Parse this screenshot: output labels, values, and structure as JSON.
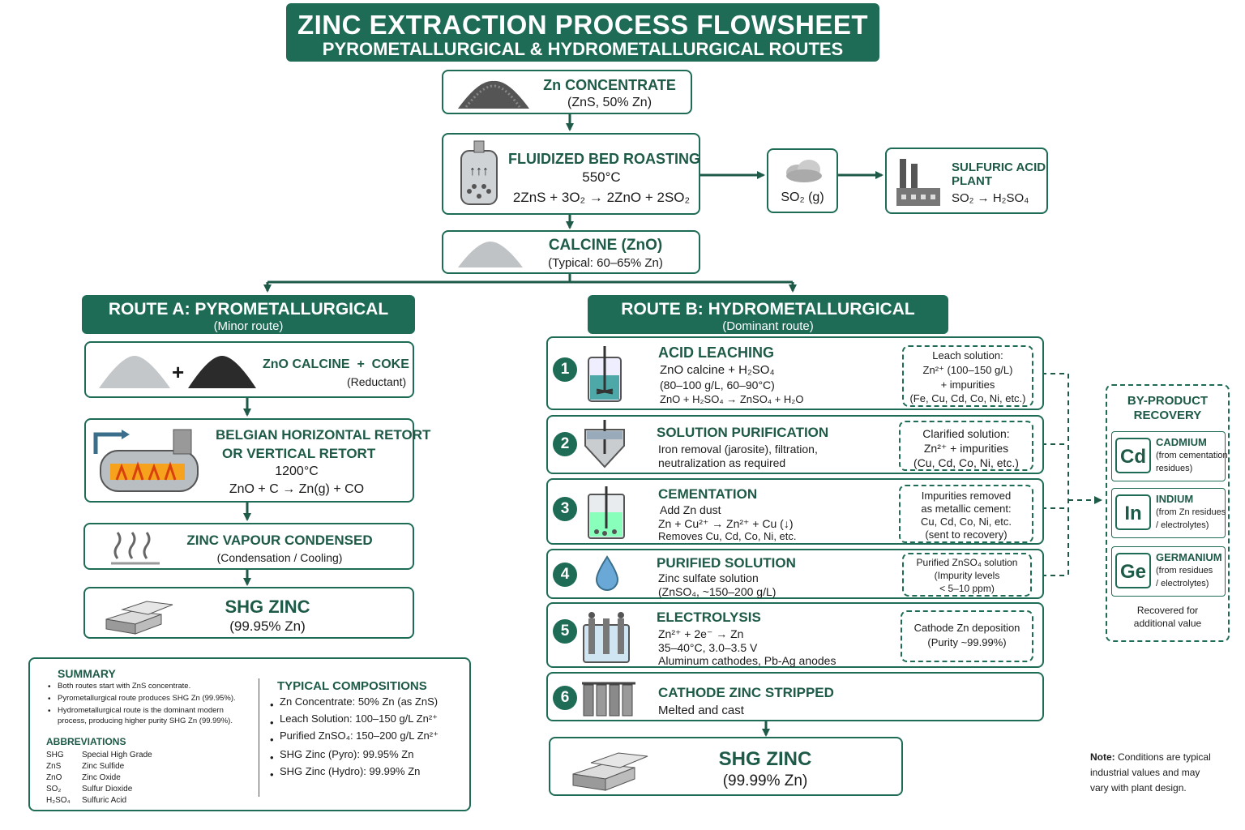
{
  "title": {
    "main": "ZINC EXTRACTION PROCESS FLOWSHEET",
    "sub": "PYROMETALLURGICAL & HYDROMETALLURGICAL ROUTES"
  },
  "concentrate": {
    "title": "Zn CONCENTRATE",
    "desc": "(ZnS, 50% Zn)"
  },
  "roasting": {
    "title": "FLUIDIZED BED ROASTING",
    "temp": "550°C",
    "reaction": "2ZnS + 3O₂ → 2ZnO + 2SO₂"
  },
  "so2": {
    "label": "SO₂ (g)"
  },
  "acid_plant": {
    "title_line1": "SULFURIC ACID",
    "title_line2": "PLANT",
    "reaction": "SO₂ → H₂SO₄"
  },
  "calcine": {
    "title": "CALCINE (ZnO)",
    "desc": "(Typical: 60–65% Zn)"
  },
  "route_a": {
    "title": "ROUTE A: PYROMETALLURGICAL",
    "subtitle": "(Minor route)",
    "feed": {
      "text": "ZnO CALCINE  +  COKE",
      "sub": "(Reductant)",
      "plus": "+"
    },
    "retort": {
      "line1": "BELGIAN HORIZONTAL RETORT",
      "line2": "OR VERTICAL RETORT",
      "temp": "1200°C",
      "reaction": "ZnO + C → Zn(g) + CO"
    },
    "condense": {
      "title": "ZINC VAPOUR CONDENSED",
      "desc": "(Condensation / Cooling)"
    },
    "product": {
      "title": "SHG ZINC",
      "desc": "(99.95% Zn)"
    }
  },
  "route_b": {
    "title": "ROUTE B: HYDROMETALLURGICAL",
    "subtitle": "(Dominant route)",
    "steps": [
      {
        "num": "1",
        "title": "ACID LEACHING",
        "lines": [
          "ZnO calcine + H₂SO₄",
          "(80–100 g/L, 60–90°C)",
          "ZnO + H₂SO₄ → ZnSO₄ + H₂O"
        ],
        "out": [
          "Leach solution:",
          "Zn²⁺ (100–150 g/L)",
          "+ impurities",
          "(Fe, Cu, Cd, Co, Ni, etc.)"
        ]
      },
      {
        "num": "2",
        "title": "SOLUTION PURIFICATION",
        "lines": [
          "Iron removal (jarosite), filtration,",
          "neutralization as required"
        ],
        "out": [
          "Clarified solution:",
          "Zn²⁺ + impurities",
          "(Cu, Cd, Co, Ni, etc.)"
        ]
      },
      {
        "num": "3",
        "title": "CEMENTATION",
        "lines": [
          "Add Zn dust",
          "Zn + Cu²⁺ → Zn²⁺ + Cu (↓)",
          "Removes Cu, Cd, Co, Ni, etc."
        ],
        "out": [
          "Impurities removed",
          "as metallic cement:",
          "Cu, Cd, Co, Ni, etc.",
          "(sent to recovery)"
        ]
      },
      {
        "num": "4",
        "title": "PURIFIED SOLUTION",
        "lines": [
          "Zinc sulfate solution",
          "(ZnSO₄, ~150–200 g/L)"
        ],
        "out": [
          "Purified ZnSO₄ solution",
          "(Impurity levels",
          "< 5–10 ppm)"
        ]
      },
      {
        "num": "5",
        "title": "ELECTROLYSIS",
        "lines": [
          "Zn²⁺ + 2e⁻ → Zn",
          "35–40°C, 3.0–3.5 V",
          "Aluminum cathodes, Pb-Ag anodes"
        ],
        "out": [
          "Cathode Zn deposition",
          "(Purity ~99.99%)"
        ]
      },
      {
        "num": "6",
        "title": "CATHODE ZINC STRIPPED",
        "lines": [
          "Melted and cast"
        ],
        "out": []
      }
    ],
    "product": {
      "title": "SHG ZINC",
      "desc": "(99.99% Zn)"
    }
  },
  "byproduct": {
    "title_line1": "BY-PRODUCT",
    "title_line2": "RECOVERY",
    "items": [
      {
        "symbol": "Cd",
        "name": "CADMIUM",
        "desc1": "(from cementation",
        "desc2": "residues)"
      },
      {
        "symbol": "In",
        "name": "INDIUM",
        "desc1": "(from Zn residues",
        "desc2": "/ electrolytes)"
      },
      {
        "symbol": "Ge",
        "name": "GERMANIUM",
        "desc1": "(from residues",
        "desc2": "/ electrolytes)"
      }
    ],
    "footer1": "Recovered for",
    "footer2": "additional value"
  },
  "summary": {
    "title": "SUMMARY",
    "bullets": [
      "Both routes start with ZnS concentrate.",
      "Pyrometallurgical route produces SHG Zn (99.95%).",
      "Hydrometallurgical route is the dominant modern",
      "process, producing higher purity SHG Zn (99.99%)."
    ],
    "abbr_title": "ABBREVIATIONS",
    "abbr": [
      {
        "k": "SHG",
        "v": "Special High Grade"
      },
      {
        "k": "ZnS",
        "v": "Zinc Sulfide"
      },
      {
        "k": "ZnO",
        "v": "Zinc Oxide"
      },
      {
        "k": "SO₂",
        "v": "Sulfur Dioxide"
      },
      {
        "k": "H₂SO₄",
        "v": "Sulfuric Acid"
      }
    ],
    "comp_title": "TYPICAL COMPOSITIONS",
    "comp": [
      "Zn Concentrate: 50% Zn (as ZnS)",
      "Leach Solution: 100–150 g/L Zn²⁺",
      "Purified ZnSO₄: 150–200 g/L Zn²⁺",
      "SHG Zinc (Pyro): 99.95% Zn",
      "SHG Zinc (Hydro): 99.99% Zn"
    ]
  },
  "note": {
    "label": "Note:",
    "line1": "Conditions are typical",
    "line2": "industrial values and may",
    "line3": "vary with plant design."
  }
}
